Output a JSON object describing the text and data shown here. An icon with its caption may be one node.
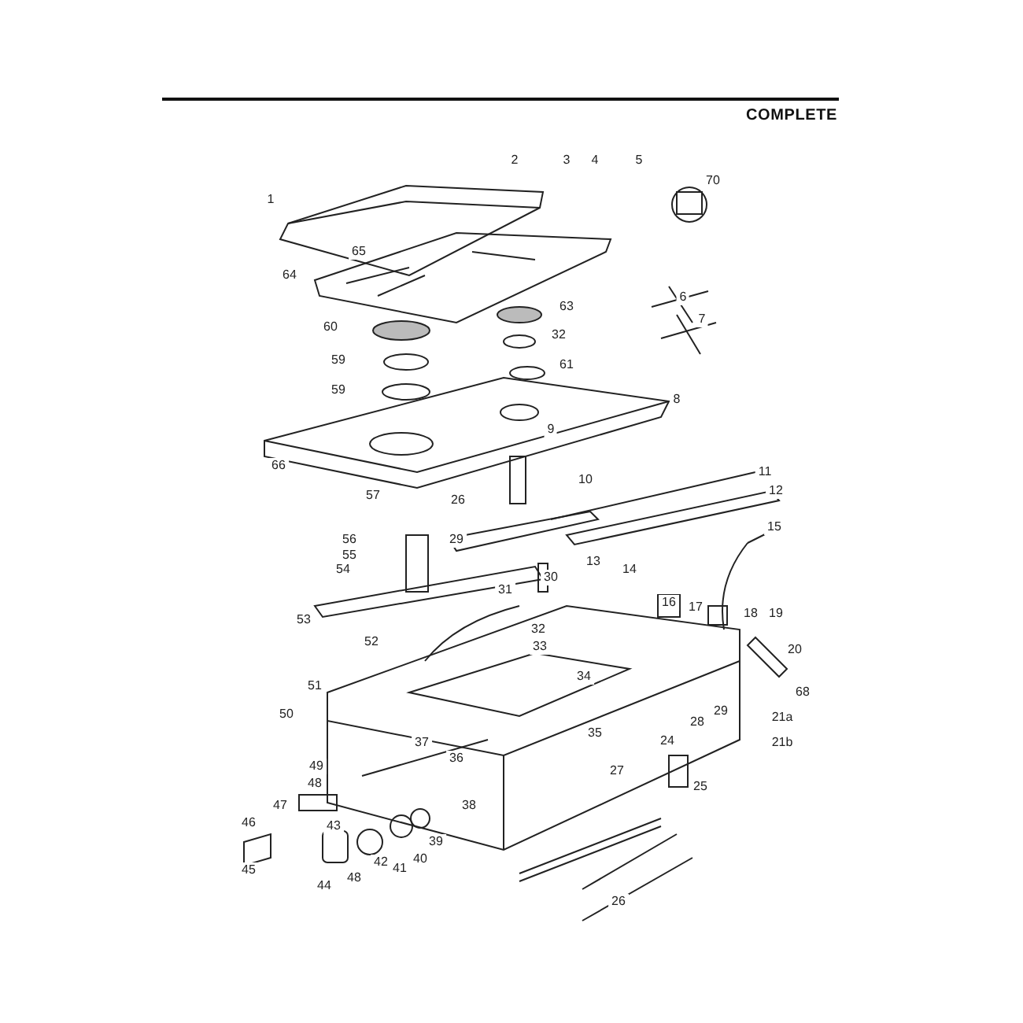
{
  "diagram": {
    "labels": [
      "COMPLETE",
      "2",
      "3",
      "4",
      "5",
      "70",
      "1",
      "65",
      "64",
      "63",
      "6",
      "60",
      "32",
      "7",
      "59",
      "61",
      "59",
      "8",
      "9",
      "66",
      "10",
      "57",
      "26",
      "11",
      "12",
      "15",
      "56",
      "29",
      "55",
      "54",
      "13",
      "30",
      "14",
      "31",
      "53",
      "16",
      "17",
      "18",
      "19",
      "52",
      "32",
      "33",
      "20",
      "34",
      "51",
      "68",
      "50",
      "29",
      "28",
      "21a",
      "35",
      "37",
      "36",
      "24",
      "21b",
      "49",
      "27",
      "48",
      "25",
      "47",
      "38",
      "46",
      "43",
      "42",
      "41",
      "40",
      "39",
      "44",
      "48",
      "45",
      "26"
    ]
  }
}
